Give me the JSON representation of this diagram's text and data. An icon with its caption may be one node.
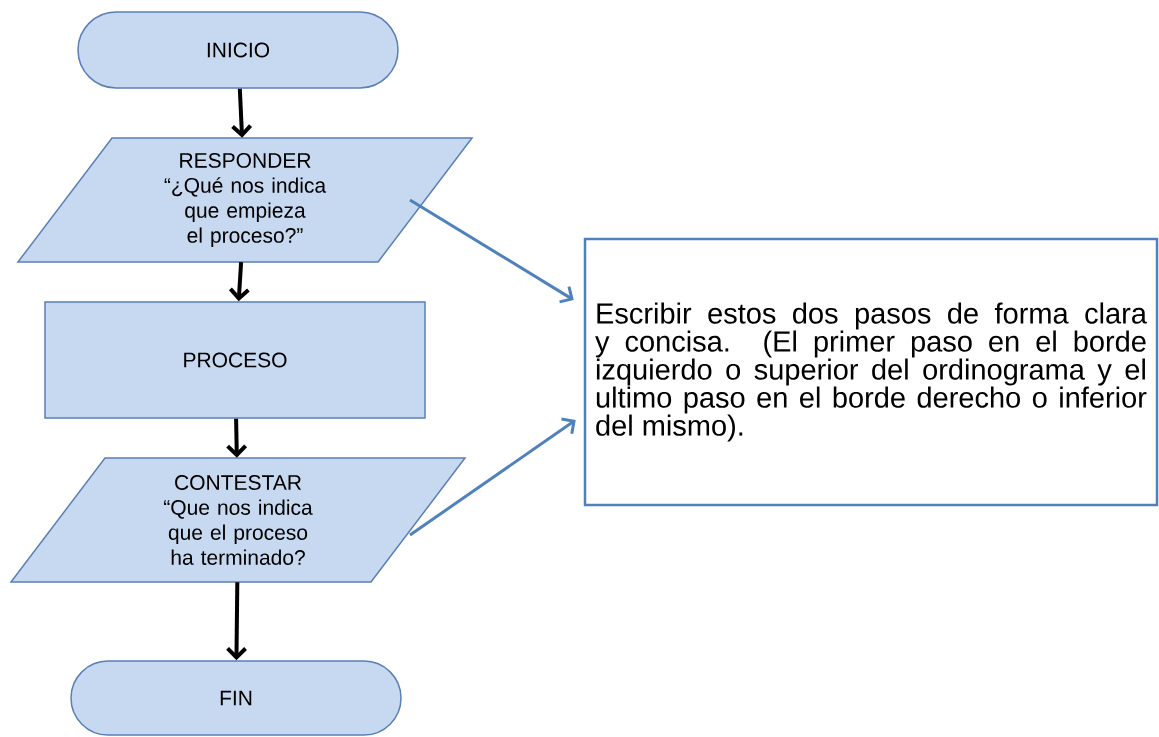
{
  "diagram": {
    "nodes": [
      {
        "text": [
          "INICIO"
        ]
      },
      {
        "text": [
          "RESPONDER",
          "“¿Qué nos indica que empieza el proceso?”"
        ]
      },
      {
        "text": [
          "PROCESO"
        ]
      },
      {
        "text": [
          "CONTESTAR",
          "“Que nos indica que el proceso ha terminado?"
        ]
      },
      {
        "text": [
          "FIN"
        ]
      },
      {
        "text": [
          "Escribir estos dos pasos de forma clara y concisa. (El primer paso en el borde izquierdo o superior del ordinograma y el ultimo paso en el borde derecho o inferior del mismo)."
        ]
      }
    ],
    "edges": [
      {
        "from": 0,
        "to": 1,
        "arrow": "to"
      },
      {
        "from": 1,
        "to": 2,
        "arrow": "to"
      },
      {
        "from": 2,
        "to": 3,
        "arrow": "to"
      },
      {
        "from": 3,
        "to": 4,
        "arrow": "to"
      },
      {
        "from": 1,
        "to": 5,
        "arrow": "to",
        "color": "#4f81bd"
      },
      {
        "from": 3,
        "to": 5,
        "arrow": "to",
        "color": "#4f81bd"
      }
    ]
  }
}
